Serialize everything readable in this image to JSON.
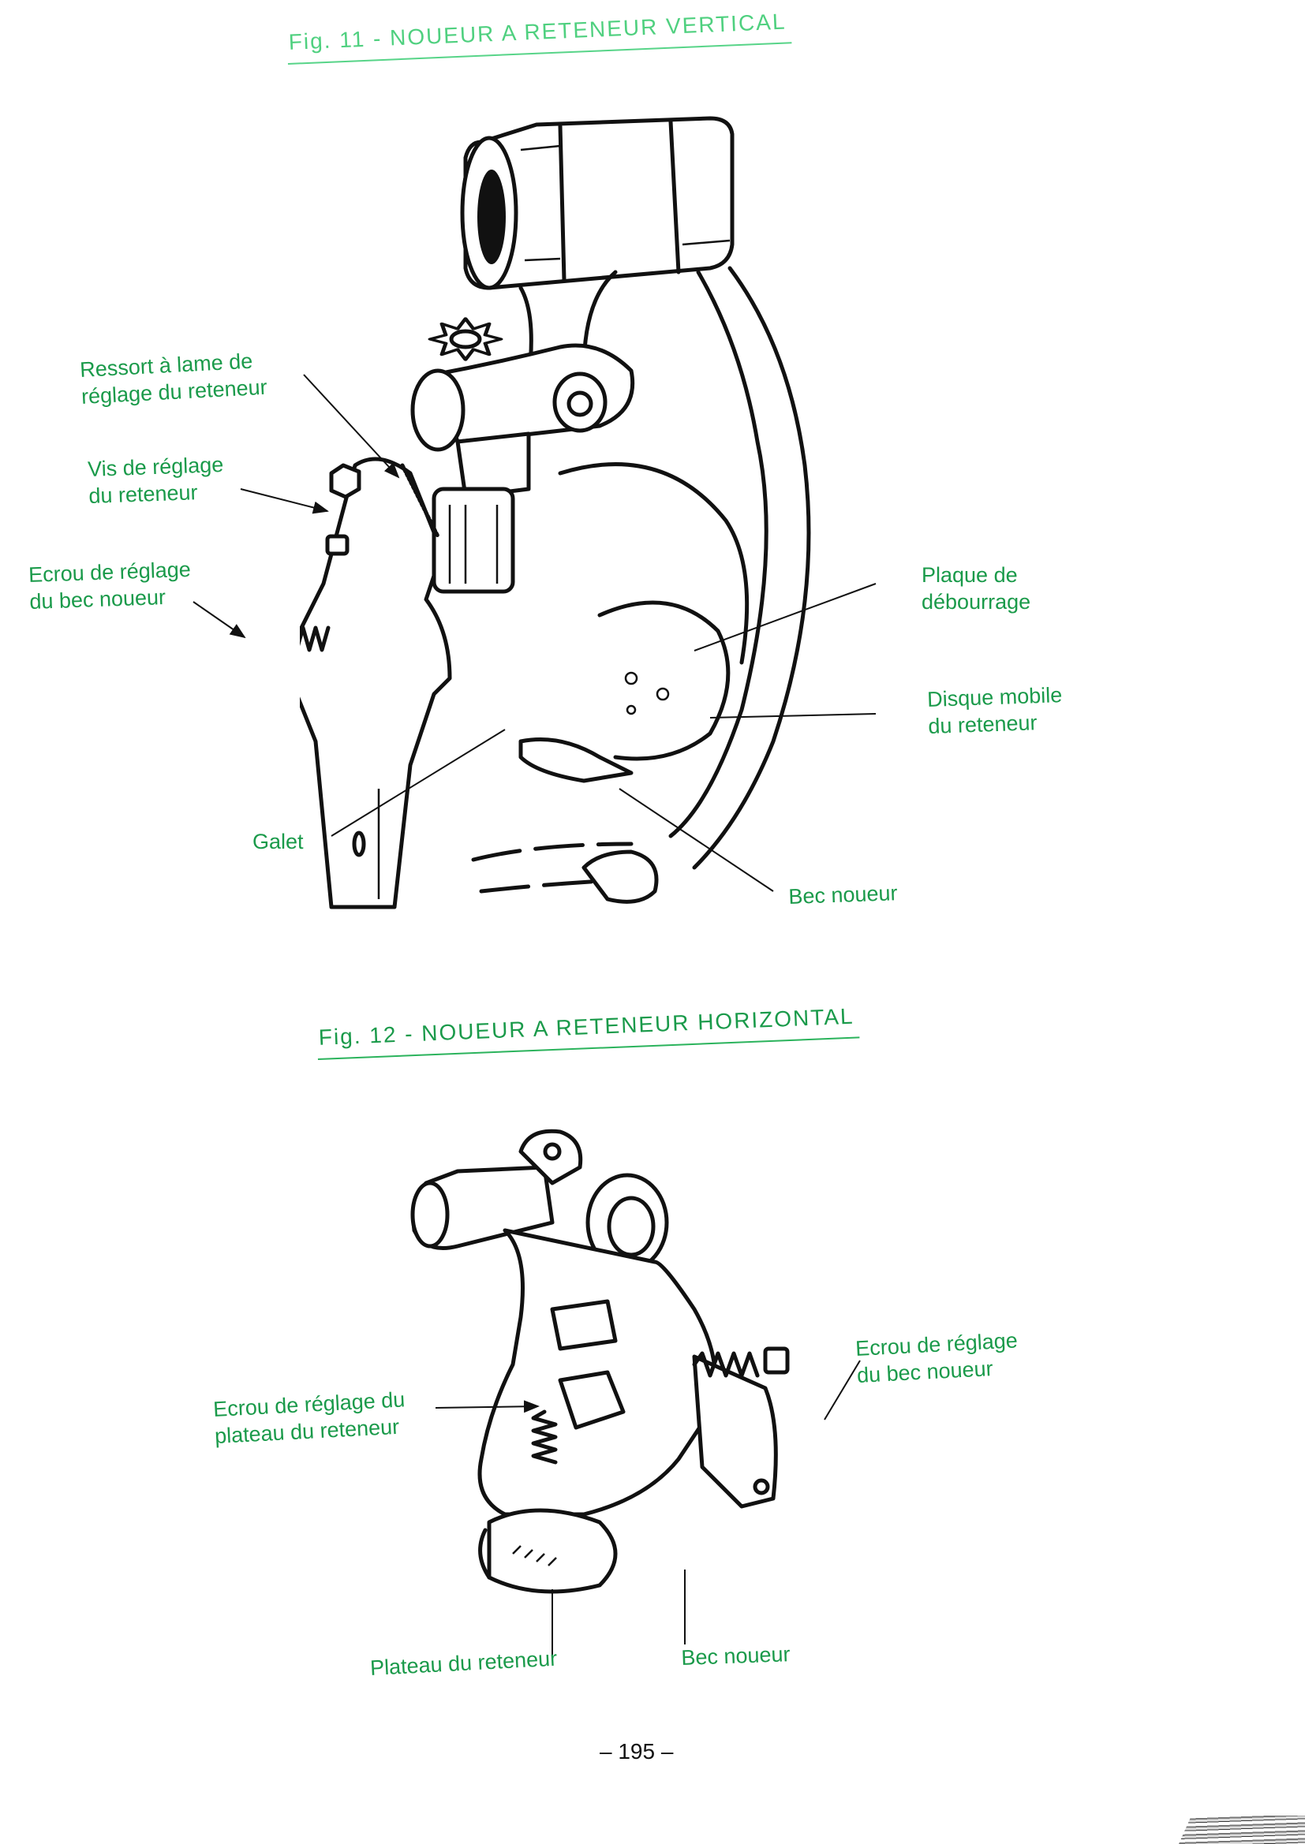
{
  "page": {
    "page_number": "– 195 –"
  },
  "figures": [
    {
      "title": "Fig. 11  -  NOUEUR A RETENEUR VERTICAL",
      "illustration": "knotter-vertical-retainer-drawing",
      "labels": [
        {
          "lines": [
            "Ressort à lame de",
            "réglage du reteneur"
          ]
        },
        {
          "lines": [
            "Vis de réglage",
            "du reteneur"
          ]
        },
        {
          "lines": [
            "Ecrou de réglage",
            "du bec noueur"
          ]
        },
        {
          "lines": [
            "Plaque de",
            "débourrage"
          ]
        },
        {
          "lines": [
            "Disque mobile",
            "du reteneur"
          ]
        },
        {
          "lines": [
            "Galet"
          ]
        },
        {
          "lines": [
            "Bec noueur"
          ]
        }
      ]
    },
    {
      "title": "Fig. 12  -  NOUEUR A RETENEUR HORIZONTAL",
      "illustration": "knotter-horizontal-retainer-drawing",
      "labels": [
        {
          "lines": [
            "Ecrou de réglage du",
            "plateau du reteneur"
          ]
        },
        {
          "lines": [
            "Ecrou de réglage",
            "du bec noueur"
          ]
        },
        {
          "lines": [
            "Plateau du reteneur"
          ]
        },
        {
          "lines": [
            "Bec noueur"
          ]
        }
      ]
    }
  ],
  "colors": {
    "label_green": "#1a9a4a",
    "title_green_faded": "#4fd07f",
    "ink": "#111111",
    "paper": "#ffffff"
  }
}
